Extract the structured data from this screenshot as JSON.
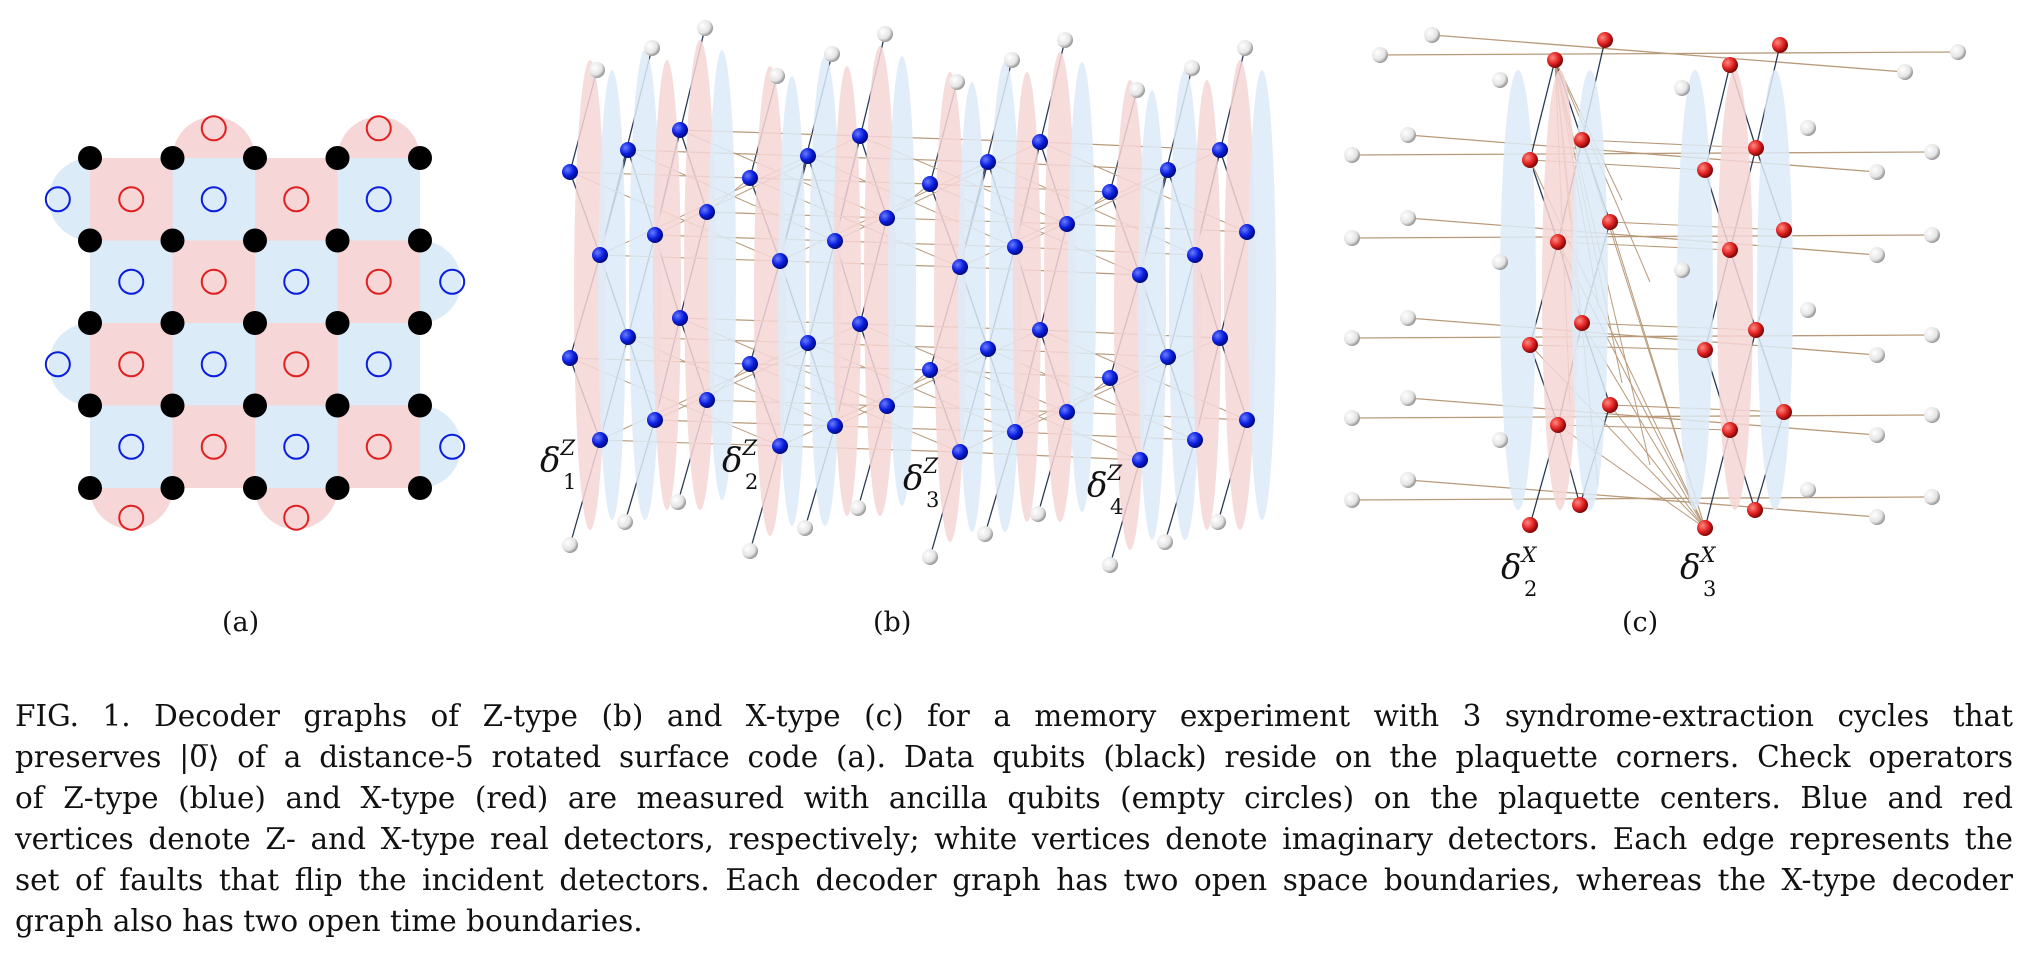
{
  "figure": {
    "panels": [
      {
        "id": "a",
        "label": "(a)"
      },
      {
        "id": "b",
        "label": "(b)",
        "detector_labels": [
          {
            "symbol": "δ",
            "sub": "1",
            "sup": "Z"
          },
          {
            "symbol": "δ",
            "sub": "2",
            "sup": "Z"
          },
          {
            "symbol": "δ",
            "sub": "3",
            "sup": "Z"
          },
          {
            "symbol": "δ",
            "sub": "4",
            "sup": "Z"
          }
        ]
      },
      {
        "id": "c",
        "label": "(c)",
        "detector_labels": [
          {
            "symbol": "δ",
            "sub": "2",
            "sup": "X"
          },
          {
            "symbol": "δ",
            "sub": "3",
            "sup": "X"
          }
        ]
      }
    ],
    "colors": {
      "data_qubit": "#000000",
      "z_check": "#0a1ee0",
      "x_check": "#e02020",
      "plaquette_z": "#dcebf8",
      "plaquette_x": "#f6d6d6",
      "imaginary_detector": "#f0f0f0",
      "edge_space": "#2a3a55",
      "edge_time": "#b89a7a"
    }
  },
  "caption": {
    "lines": [
      "FIG. 1.    Decoder graphs of Z-type (b) and X-type (c) for a memory experiment with 3 syndrome-extraction cycles that",
      "preserves |0̅⟩ of a distance-5 rotated surface code (a).  Data qubits (black) reside on the plaquette corners.  Check operators",
      "of Z-type (blue) and X-type (red) are measured with ancilla qubits (empty circles) on the plaquette centers.  Blue and red",
      "vertices denote Z- and X-type real detectors, respectively; white vertices denote imaginary detectors.  Each edge represents the",
      "set of faults that flip the incident detectors.  Each decoder graph has two open space boundaries, whereas the X-type decoder",
      "graph also has two open time boundaries."
    ]
  }
}
